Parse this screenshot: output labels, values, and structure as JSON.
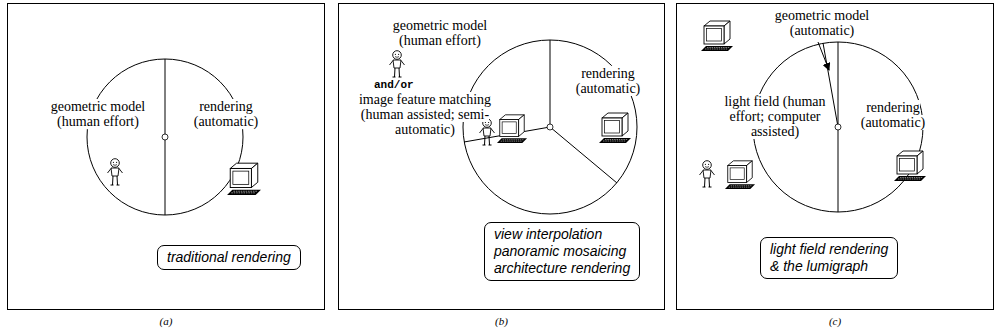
{
  "diagram": {
    "nodes": [
      {
        "text": [
          "(a)"
        ]
      },
      {
        "text": [
          "traditional rendering"
        ],
        "in": 0
      },
      {
        "text": [
          "(b)"
        ]
      },
      {
        "text": [
          "view interpolation",
          "panoramic mosaicing",
          "architecture rendering"
        ],
        "in": 2
      },
      {
        "text": [
          "(c)"
        ]
      },
      {
        "text": [
          "light field rendering",
          "& the lumigraph"
        ],
        "in": 4
      }
    ],
    "labels": [
      "geometric model (human effort)",
      "rendering (automatic)",
      "geometric model (human effort)",
      "and/or",
      "image feature matching (human assisted; semi-automatic)",
      "rendering (automatic)",
      "geometric model (automatic)",
      "light field (human effort; computer assisted)",
      "rendering (automatic)"
    ]
  }
}
